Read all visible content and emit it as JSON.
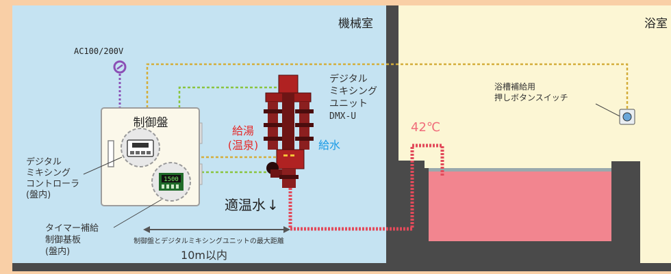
{
  "rooms": {
    "machine_room": "機械室",
    "bathroom": "浴室"
  },
  "power": {
    "label": "AC100/200V"
  },
  "control_panel": {
    "title": "制御盤",
    "screen_value": "1500"
  },
  "mixing_unit": {
    "lines": [
      "デジタル",
      "ミキシング",
      "ユニット",
      "DMX-U"
    ]
  },
  "inlets": {
    "hot_line1": "給湯",
    "hot_line2": "(温泉)",
    "cold": "給水"
  },
  "controller_label": [
    "デジタル",
    "ミキシング",
    "コントローラ",
    "(盤内)"
  ],
  "timer_board_label": [
    "タイマー補給",
    "制御基板",
    "(盤内)"
  ],
  "output_label": "適温水",
  "output_arrow": "↓",
  "distance": {
    "caption": "制御盤とデジタルミキシングユニットの最大距離",
    "value": "10m以内"
  },
  "temperature": "42℃",
  "button_label": [
    "浴槽補給用",
    "押しボタンスイッチ"
  ],
  "colors": {
    "frame": "#f9cfa6",
    "machine_room": "#c5e3f2",
    "bathroom": "#fcf6d4",
    "wall": "#4a4a4a",
    "bath_water": "#f2858f",
    "hot": "#e42b2b",
    "cold": "#1b9be6",
    "power_wire": "#8b4fb5",
    "signal_green": "#8ac43f",
    "signal_yellow": "#d4ad3a",
    "hot_pipe": "#e24a5a",
    "unit_red": "#8b1f1f"
  }
}
